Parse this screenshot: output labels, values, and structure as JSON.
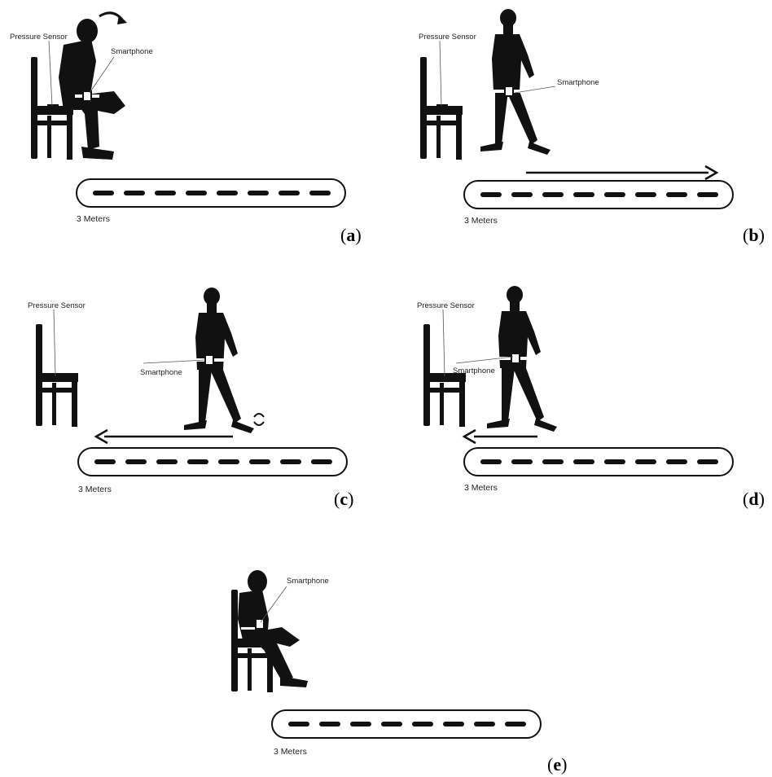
{
  "labels": {
    "pressure_sensor": "Pressure Sensor",
    "smartphone": "Smartphone",
    "distance": "3 Meters"
  },
  "panels": [
    {
      "id": "a",
      "letter": "a"
    },
    {
      "id": "b",
      "letter": "b"
    },
    {
      "id": "c",
      "letter": "c"
    },
    {
      "id": "d",
      "letter": "d"
    },
    {
      "id": "e",
      "letter": "e"
    }
  ],
  "colors": {
    "silhouette": "#111111",
    "line": "#000000",
    "background": "#ffffff"
  }
}
